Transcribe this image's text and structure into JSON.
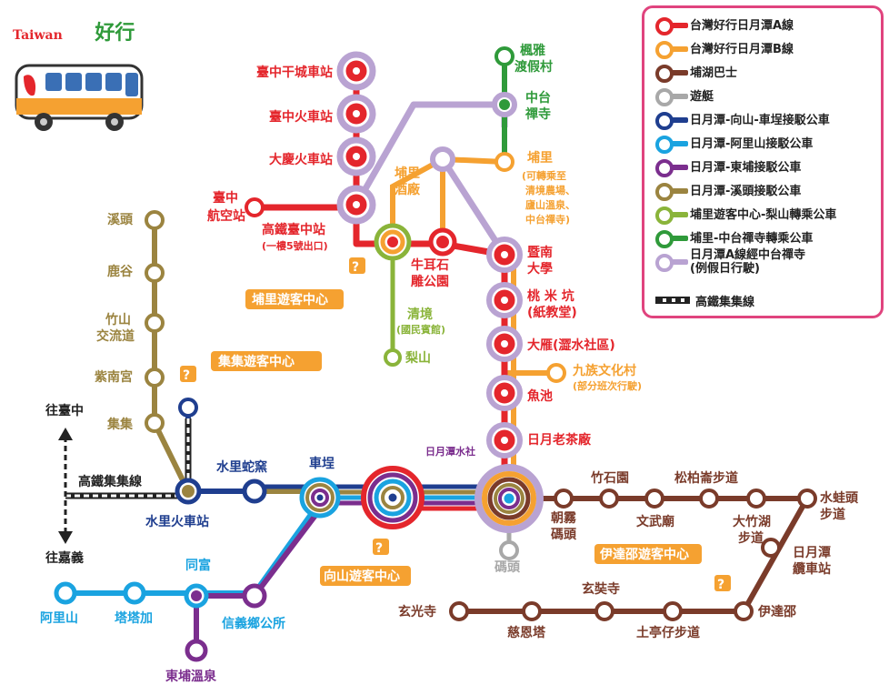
{
  "brand": {
    "logo_text": "Taiwan",
    "logo_script": "好行"
  },
  "legend": {
    "items": [
      {
        "label": "台灣好行日月潭A線",
        "color": "#e4262c"
      },
      {
        "label": "台灣好行日月潭B線",
        "color": "#f5a131"
      },
      {
        "label": "埔湖巴士",
        "color": "#7a3b2a"
      },
      {
        "label": "遊艇",
        "color": "#a8a8a8"
      },
      {
        "label": "日月潭-向山-車埕接駁公車",
        "color": "#1f3e8f"
      },
      {
        "label": "日月潭-阿里山接駁公車",
        "color": "#1aa3e0"
      },
      {
        "label": "日月潭-東埔接駁公車",
        "color": "#7b2e8e"
      },
      {
        "label": "日月潭-溪頭接駁公車",
        "color": "#9b8440"
      },
      {
        "label": "埔里遊客中心-梨山轉乘公車",
        "color": "#8ab43a"
      },
      {
        "label": "埔里-中台禪寺轉乘公車",
        "color": "#2f9a3a"
      },
      {
        "label": "日月潭A線經中台禪寺\n(例假日行駛)",
        "color": "#b9a3d2"
      }
    ],
    "rail_label": "高鐵集集線"
  },
  "stations": {
    "taichung_gan": "臺中干城車站",
    "taichung_train": "臺中火車站",
    "daqing": "大慶火車站",
    "airport": "臺中\n航空站",
    "hsr_taichung": "高鐵臺中站",
    "hsr_exit": "(一樓5號出口)",
    "puli_winery": "埔里\n酒廠",
    "niuer": "牛耳石\n雕公園",
    "puli_tourist": "埔里遊客中心",
    "qingjing": "清境\n(國民賓館)",
    "lishan": "梨山",
    "fengya": "楓雅\n渡假村",
    "chungtai": "中台\n禪寺",
    "puli": "埔里",
    "puli_note": "(可轉乘至\n清境農場、\n廬山溫泉、\n中台禪寺)",
    "chinan": "暨南\n大學",
    "taomi": "桃 米 坑\n(紙教堂)",
    "dayan": "大雁(澀水社區)",
    "formosan": "九族文化村",
    "formosan_note": "(部分班次行駛)",
    "yuchi": "魚池",
    "teafactory": "日月老茶廠",
    "sml_station": "日月潭水社",
    "xitou": "溪頭",
    "lugu": "鹿谷",
    "zhushan": "竹山\n交流道",
    "ziwei": "紫南宮",
    "jiji": "集集",
    "jiji_tourist": "集集遊客中心",
    "to_taichung": "往臺中",
    "to_gaoxiong": "往嘉義",
    "hsr_rail": "高鐵集集線",
    "shuili_train": "水里火車站",
    "shuili_snake": "水里蛇窯",
    "checheng": "車埕",
    "xiangshan": "向山遊客中心",
    "pier": "碼頭",
    "zhushi": "竹石園",
    "songbo": "松柏崙步道",
    "shuiwa": "水蛙頭\n步道",
    "chaowu": "朝霧\n碼頭",
    "wenwu": "文武廟",
    "dazhu": "大竹湖\n步道",
    "sml_car": "日月潭\n纜車站",
    "ita_tourist": "伊達邵遊客中心",
    "xuanguang": "玄光寺",
    "ciensta": "慈恩塔",
    "xuanzang": "玄奘寺",
    "tuting": "土亭仔步道",
    "ita": "伊達邵",
    "alishan": "阿里山",
    "tataka": "塔塔加",
    "tongfu": "同富",
    "xinyi": "信義鄉公所",
    "dongpu": "東埔溫泉"
  }
}
